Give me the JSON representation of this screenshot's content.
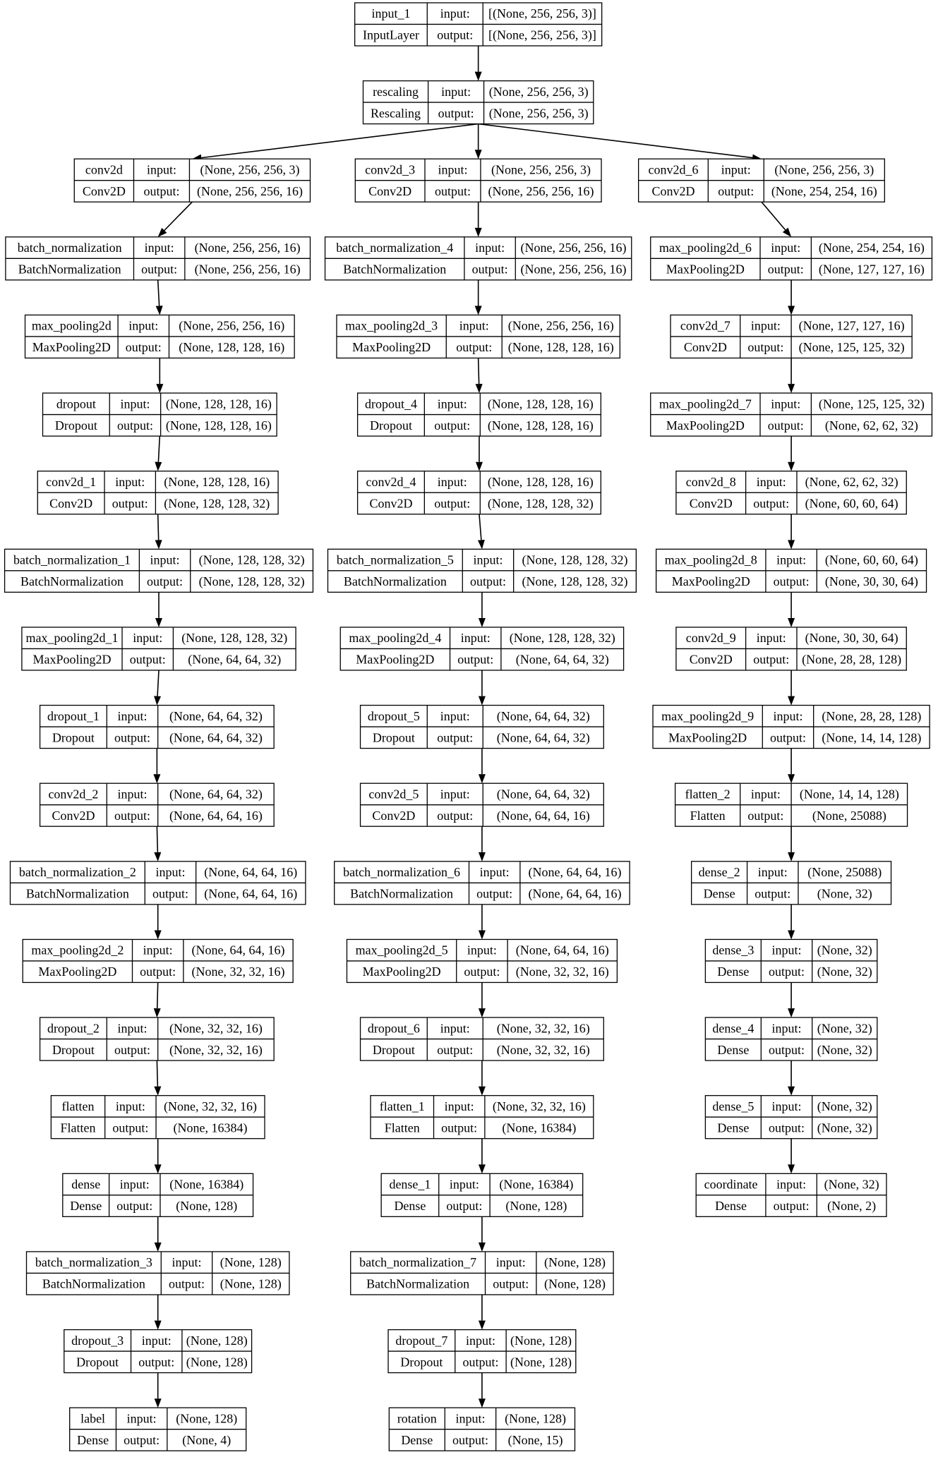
{
  "nodes": [
    {
      "id": "input_1",
      "name": "input_1",
      "type": "InputLayer",
      "input_label": "input:",
      "input": "[(None, 256, 256, 3)]",
      "output_label": "output:",
      "output": "[(None, 256, 256, 3)]"
    },
    {
      "id": "rescaling",
      "name": "rescaling",
      "type": "Rescaling",
      "input_label": "input:",
      "input": "(None, 256, 256, 3)",
      "output_label": "output:",
      "output": "(None, 256, 256, 3)"
    },
    {
      "id": "conv2d",
      "name": "conv2d",
      "type": "Conv2D",
      "input_label": "input:",
      "input": "(None, 256, 256, 3)",
      "output_label": "output:",
      "output": "(None, 256, 256, 16)"
    },
    {
      "id": "batch_normalization",
      "name": "batch_normalization",
      "type": "BatchNormalization",
      "input_label": "input:",
      "input": "(None, 256, 256, 16)",
      "output_label": "output:",
      "output": "(None, 256, 256, 16)"
    },
    {
      "id": "max_pooling2d",
      "name": "max_pooling2d",
      "type": "MaxPooling2D",
      "input_label": "input:",
      "input": "(None, 256, 256, 16)",
      "output_label": "output:",
      "output": "(None, 128, 128, 16)"
    },
    {
      "id": "dropout",
      "name": "dropout",
      "type": "Dropout",
      "input_label": "input:",
      "input": "(None, 128, 128, 16)",
      "output_label": "output:",
      "output": "(None, 128, 128, 16)"
    },
    {
      "id": "conv2d_1",
      "name": "conv2d_1",
      "type": "Conv2D",
      "input_label": "input:",
      "input": "(None, 128, 128, 16)",
      "output_label": "output:",
      "output": "(None, 128, 128, 32)"
    },
    {
      "id": "batch_normalization_1",
      "name": "batch_normalization_1",
      "type": "BatchNormalization",
      "input_label": "input:",
      "input": "(None, 128, 128, 32)",
      "output_label": "output:",
      "output": "(None, 128, 128, 32)"
    },
    {
      "id": "max_pooling2d_1",
      "name": "max_pooling2d_1",
      "type": "MaxPooling2D",
      "input_label": "input:",
      "input": "(None, 128, 128, 32)",
      "output_label": "output:",
      "output": "(None, 64, 64, 32)"
    },
    {
      "id": "dropout_1",
      "name": "dropout_1",
      "type": "Dropout",
      "input_label": "input:",
      "input": "(None, 64, 64, 32)",
      "output_label": "output:",
      "output": "(None, 64, 64, 32)"
    },
    {
      "id": "conv2d_2",
      "name": "conv2d_2",
      "type": "Conv2D",
      "input_label": "input:",
      "input": "(None, 64, 64, 32)",
      "output_label": "output:",
      "output": "(None, 64, 64, 16)"
    },
    {
      "id": "batch_normalization_2",
      "name": "batch_normalization_2",
      "type": "BatchNormalization",
      "input_label": "input:",
      "input": "(None, 64, 64, 16)",
      "output_label": "output:",
      "output": "(None, 64, 64, 16)"
    },
    {
      "id": "max_pooling2d_2",
      "name": "max_pooling2d_2",
      "type": "MaxPooling2D",
      "input_label": "input:",
      "input": "(None, 64, 64, 16)",
      "output_label": "output:",
      "output": "(None, 32, 32, 16)"
    },
    {
      "id": "dropout_2",
      "name": "dropout_2",
      "type": "Dropout",
      "input_label": "input:",
      "input": "(None, 32, 32, 16)",
      "output_label": "output:",
      "output": "(None, 32, 32, 16)"
    },
    {
      "id": "flatten",
      "name": "flatten",
      "type": "Flatten",
      "input_label": "input:",
      "input": "(None, 32, 32, 16)",
      "output_label": "output:",
      "output": "(None, 16384)"
    },
    {
      "id": "dense",
      "name": "dense",
      "type": "Dense",
      "input_label": "input:",
      "input": "(None, 16384)",
      "output_label": "output:",
      "output": "(None, 128)"
    },
    {
      "id": "batch_normalization_3",
      "name": "batch_normalization_3",
      "type": "BatchNormalization",
      "input_label": "input:",
      "input": "(None, 128)",
      "output_label": "output:",
      "output": "(None, 128)"
    },
    {
      "id": "dropout_3",
      "name": "dropout_3",
      "type": "Dropout",
      "input_label": "input:",
      "input": "(None, 128)",
      "output_label": "output:",
      "output": "(None, 128)"
    },
    {
      "id": "label",
      "name": "label",
      "type": "Dense",
      "input_label": "input:",
      "input": "(None, 128)",
      "output_label": "output:",
      "output": "(None, 4)"
    },
    {
      "id": "conv2d_3",
      "name": "conv2d_3",
      "type": "Conv2D",
      "input_label": "input:",
      "input": "(None, 256, 256, 3)",
      "output_label": "output:",
      "output": "(None, 256, 256, 16)"
    },
    {
      "id": "batch_normalization_4",
      "name": "batch_normalization_4",
      "type": "BatchNormalization",
      "input_label": "input:",
      "input": "(None, 256, 256, 16)",
      "output_label": "output:",
      "output": "(None, 256, 256, 16)"
    },
    {
      "id": "max_pooling2d_3",
      "name": "max_pooling2d_3",
      "type": "MaxPooling2D",
      "input_label": "input:",
      "input": "(None, 256, 256, 16)",
      "output_label": "output:",
      "output": "(None, 128, 128, 16)"
    },
    {
      "id": "dropout_4",
      "name": "dropout_4",
      "type": "Dropout",
      "input_label": "input:",
      "input": "(None, 128, 128, 16)",
      "output_label": "output:",
      "output": "(None, 128, 128, 16)"
    },
    {
      "id": "conv2d_4",
      "name": "conv2d_4",
      "type": "Conv2D",
      "input_label": "input:",
      "input": "(None, 128, 128, 16)",
      "output_label": "output:",
      "output": "(None, 128, 128, 32)"
    },
    {
      "id": "batch_normalization_5",
      "name": "batch_normalization_5",
      "type": "BatchNormalization",
      "input_label": "input:",
      "input": "(None, 128, 128, 32)",
      "output_label": "output:",
      "output": "(None, 128, 128, 32)"
    },
    {
      "id": "max_pooling2d_4",
      "name": "max_pooling2d_4",
      "type": "MaxPooling2D",
      "input_label": "input:",
      "input": "(None, 128, 128, 32)",
      "output_label": "output:",
      "output": "(None, 64, 64, 32)"
    },
    {
      "id": "dropout_5",
      "name": "dropout_5",
      "type": "Dropout",
      "input_label": "input:",
      "input": "(None, 64, 64, 32)",
      "output_label": "output:",
      "output": "(None, 64, 64, 32)"
    },
    {
      "id": "conv2d_5",
      "name": "conv2d_5",
      "type": "Conv2D",
      "input_label": "input:",
      "input": "(None, 64, 64, 32)",
      "output_label": "output:",
      "output": "(None, 64, 64, 16)"
    },
    {
      "id": "batch_normalization_6",
      "name": "batch_normalization_6",
      "type": "BatchNormalization",
      "input_label": "input:",
      "input": "(None, 64, 64, 16)",
      "output_label": "output:",
      "output": "(None, 64, 64, 16)"
    },
    {
      "id": "max_pooling2d_5",
      "name": "max_pooling2d_5",
      "type": "MaxPooling2D",
      "input_label": "input:",
      "input": "(None, 64, 64, 16)",
      "output_label": "output:",
      "output": "(None, 32, 32, 16)"
    },
    {
      "id": "dropout_6",
      "name": "dropout_6",
      "type": "Dropout",
      "input_label": "input:",
      "input": "(None, 32, 32, 16)",
      "output_label": "output:",
      "output": "(None, 32, 32, 16)"
    },
    {
      "id": "flatten_1",
      "name": "flatten_1",
      "type": "Flatten",
      "input_label": "input:",
      "input": "(None, 32, 32, 16)",
      "output_label": "output:",
      "output": "(None, 16384)"
    },
    {
      "id": "dense_1",
      "name": "dense_1",
      "type": "Dense",
      "input_label": "input:",
      "input": "(None, 16384)",
      "output_label": "output:",
      "output": "(None, 128)"
    },
    {
      "id": "batch_normalization_7",
      "name": "batch_normalization_7",
      "type": "BatchNormalization",
      "input_label": "input:",
      "input": "(None, 128)",
      "output_label": "output:",
      "output": "(None, 128)"
    },
    {
      "id": "dropout_7",
      "name": "dropout_7",
      "type": "Dropout",
      "input_label": "input:",
      "input": "(None, 128)",
      "output_label": "output:",
      "output": "(None, 128)"
    },
    {
      "id": "rotation",
      "name": "rotation",
      "type": "Dense",
      "input_label": "input:",
      "input": "(None, 128)",
      "output_label": "output:",
      "output": "(None, 15)"
    },
    {
      "id": "conv2d_6",
      "name": "conv2d_6",
      "type": "Conv2D",
      "input_label": "input:",
      "input": "(None, 256, 256, 3)",
      "output_label": "output:",
      "output": "(None, 254, 254, 16)"
    },
    {
      "id": "max_pooling2d_6",
      "name": "max_pooling2d_6",
      "type": "MaxPooling2D",
      "input_label": "input:",
      "input": "(None, 254, 254, 16)",
      "output_label": "output:",
      "output": "(None, 127, 127, 16)"
    },
    {
      "id": "conv2d_7",
      "name": "conv2d_7",
      "type": "Conv2D",
      "input_label": "input:",
      "input": "(None, 127, 127, 16)",
      "output_label": "output:",
      "output": "(None, 125, 125, 32)"
    },
    {
      "id": "max_pooling2d_7",
      "name": "max_pooling2d_7",
      "type": "MaxPooling2D",
      "input_label": "input:",
      "input": "(None, 125, 125, 32)",
      "output_label": "output:",
      "output": "(None, 62, 62, 32)"
    },
    {
      "id": "conv2d_8",
      "name": "conv2d_8",
      "type": "Conv2D",
      "input_label": "input:",
      "input": "(None, 62, 62, 32)",
      "output_label": "output:",
      "output": "(None, 60, 60, 64)"
    },
    {
      "id": "max_pooling2d_8",
      "name": "max_pooling2d_8",
      "type": "MaxPooling2D",
      "input_label": "input:",
      "input": "(None, 60, 60, 64)",
      "output_label": "output:",
      "output": "(None, 30, 30, 64)"
    },
    {
      "id": "conv2d_9",
      "name": "conv2d_9",
      "type": "Conv2D",
      "input_label": "input:",
      "input": "(None, 30, 30, 64)",
      "output_label": "output:",
      "output": "(None, 28, 28, 128)"
    },
    {
      "id": "max_pooling2d_9",
      "name": "max_pooling2d_9",
      "type": "MaxPooling2D",
      "input_label": "input:",
      "input": "(None, 28, 28, 128)",
      "output_label": "output:",
      "output": "(None, 14, 14, 128)"
    },
    {
      "id": "flatten_2",
      "name": "flatten_2",
      "type": "Flatten",
      "input_label": "input:",
      "input": "(None, 14, 14, 128)",
      "output_label": "output:",
      "output": "(None, 25088)"
    },
    {
      "id": "dense_2",
      "name": "dense_2",
      "type": "Dense",
      "input_label": "input:",
      "input": "(None, 25088)",
      "output_label": "output:",
      "output": "(None, 32)"
    },
    {
      "id": "dense_3",
      "name": "dense_3",
      "type": "Dense",
      "input_label": "input:",
      "input": "(None, 32)",
      "output_label": "output:",
      "output": "(None, 32)"
    },
    {
      "id": "dense_4",
      "name": "dense_4",
      "type": "Dense",
      "input_label": "input:",
      "input": "(None, 32)",
      "output_label": "output:",
      "output": "(None, 32)"
    },
    {
      "id": "dense_5",
      "name": "dense_5",
      "type": "Dense",
      "input_label": "input:",
      "input": "(None, 32)",
      "output_label": "output:",
      "output": "(None, 32)"
    },
    {
      "id": "coordinate",
      "name": "coordinate",
      "type": "Dense",
      "input_label": "input:",
      "input": "(None, 32)",
      "output_label": "output:",
      "output": "(None, 2)"
    }
  ],
  "edges": [
    [
      "input_1",
      "rescaling"
    ],
    [
      "rescaling",
      "conv2d"
    ],
    [
      "rescaling",
      "conv2d_3"
    ],
    [
      "rescaling",
      "conv2d_6"
    ],
    [
      "conv2d",
      "batch_normalization"
    ],
    [
      "batch_normalization",
      "max_pooling2d"
    ],
    [
      "max_pooling2d",
      "dropout"
    ],
    [
      "dropout",
      "conv2d_1"
    ],
    [
      "conv2d_1",
      "batch_normalization_1"
    ],
    [
      "batch_normalization_1",
      "max_pooling2d_1"
    ],
    [
      "max_pooling2d_1",
      "dropout_1"
    ],
    [
      "dropout_1",
      "conv2d_2"
    ],
    [
      "conv2d_2",
      "batch_normalization_2"
    ],
    [
      "batch_normalization_2",
      "max_pooling2d_2"
    ],
    [
      "max_pooling2d_2",
      "dropout_2"
    ],
    [
      "dropout_2",
      "flatten"
    ],
    [
      "flatten",
      "dense"
    ],
    [
      "dense",
      "batch_normalization_3"
    ],
    [
      "batch_normalization_3",
      "dropout_3"
    ],
    [
      "dropout_3",
      "label"
    ],
    [
      "conv2d_3",
      "batch_normalization_4"
    ],
    [
      "batch_normalization_4",
      "max_pooling2d_3"
    ],
    [
      "max_pooling2d_3",
      "dropout_4"
    ],
    [
      "dropout_4",
      "conv2d_4"
    ],
    [
      "conv2d_4",
      "batch_normalization_5"
    ],
    [
      "batch_normalization_5",
      "max_pooling2d_4"
    ],
    [
      "max_pooling2d_4",
      "dropout_5"
    ],
    [
      "dropout_5",
      "conv2d_5"
    ],
    [
      "conv2d_5",
      "batch_normalization_6"
    ],
    [
      "batch_normalization_6",
      "max_pooling2d_5"
    ],
    [
      "max_pooling2d_5",
      "dropout_6"
    ],
    [
      "dropout_6",
      "flatten_1"
    ],
    [
      "flatten_1",
      "dense_1"
    ],
    [
      "dense_1",
      "batch_normalization_7"
    ],
    [
      "batch_normalization_7",
      "dropout_7"
    ],
    [
      "dropout_7",
      "rotation"
    ],
    [
      "conv2d_6",
      "max_pooling2d_6"
    ],
    [
      "max_pooling2d_6",
      "conv2d_7"
    ],
    [
      "conv2d_7",
      "max_pooling2d_7"
    ],
    [
      "max_pooling2d_7",
      "conv2d_8"
    ],
    [
      "conv2d_8",
      "max_pooling2d_8"
    ],
    [
      "max_pooling2d_8",
      "conv2d_9"
    ],
    [
      "conv2d_9",
      "max_pooling2d_9"
    ],
    [
      "max_pooling2d_9",
      "flatten_2"
    ],
    [
      "flatten_2",
      "dense_2"
    ],
    [
      "dense_2",
      "dense_3"
    ],
    [
      "dense_3",
      "dense_4"
    ],
    [
      "dense_4",
      "dense_5"
    ],
    [
      "dense_5",
      "coordinate"
    ]
  ]
}
